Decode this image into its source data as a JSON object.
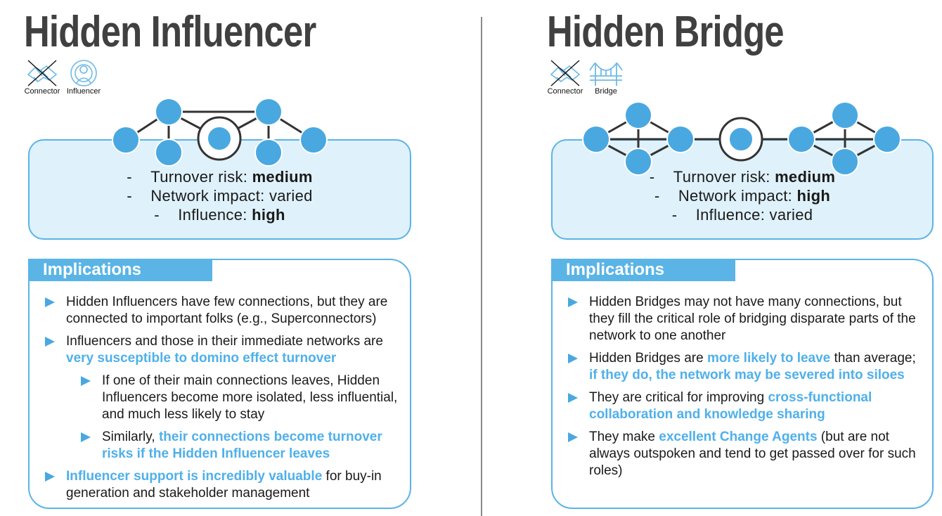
{
  "colors": {
    "accent": "#5ab4e6",
    "accent_text": "#4fb0ea",
    "box_fill": "#dff1fb",
    "title": "#404040",
    "node": "#4aa8e0"
  },
  "left": {
    "title": "Hidden Influencer",
    "icons": [
      {
        "name": "connector-icon",
        "label": "Connector"
      },
      {
        "name": "influencer-icon",
        "label": "Influencer"
      }
    ],
    "stats": [
      {
        "label": "Turnover risk: ",
        "value": "medium",
        "bold": true
      },
      {
        "label": "Network impact: ",
        "value": "varied",
        "bold": false
      },
      {
        "label": "Influence: ",
        "value": "high",
        "bold": true
      }
    ],
    "implications_title": "Implications",
    "bullets": [
      {
        "parts": [
          {
            "t": "Hidden Influencers have few connections, but they are connected to important folks (e.g., Superconnectors)",
            "h": false
          }
        ]
      },
      {
        "parts": [
          {
            "t": "Influencers and those in their immediate networks are ",
            "h": false
          },
          {
            "t": "very susceptible to domino effect turnover",
            "h": true
          }
        ]
      },
      {
        "parts": [
          {
            "t": "If one of their main connections leaves, Hidden Influencers become more isolated, less influential, and much less likely to stay",
            "h": false
          }
        ],
        "sub": true
      },
      {
        "parts": [
          {
            "t": "Similarly, ",
            "h": false
          },
          {
            "t": "their connections become turnover risks if the Hidden Influencer leaves",
            "h": true
          }
        ],
        "sub": true
      },
      {
        "parts": [
          {
            "t": "Influencer support is incredibly valuable",
            "h": true
          },
          {
            "t": " for buy-in generation and stakeholder management",
            "h": false
          }
        ]
      }
    ]
  },
  "right": {
    "title": "Hidden Bridge",
    "icons": [
      {
        "name": "connector-icon",
        "label": "Connector"
      },
      {
        "name": "bridge-icon",
        "label": "Bridge"
      }
    ],
    "stats": [
      {
        "label": "Turnover risk: ",
        "value": "medium",
        "bold": true
      },
      {
        "label": "Network impact: ",
        "value": "high",
        "bold": true
      },
      {
        "label": "Influence: ",
        "value": "varied",
        "bold": false
      }
    ],
    "implications_title": "Implications",
    "bullets": [
      {
        "parts": [
          {
            "t": "Hidden Bridges may not have many connections, but they fill the critical role of bridging disparate parts of the network to one another",
            "h": false
          }
        ]
      },
      {
        "parts": [
          {
            "t": "Hidden Bridges are ",
            "h": false
          },
          {
            "t": "more likely to leave",
            "h": true
          },
          {
            "t": " than average; ",
            "h": false
          },
          {
            "t": "if they do, the network may be severed into siloes",
            "h": true
          }
        ]
      },
      {
        "parts": [
          {
            "t": "They are critical for improving ",
            "h": false
          },
          {
            "t": "cross-functional collaboration and knowledge sharing",
            "h": true
          }
        ]
      },
      {
        "parts": [
          {
            "t": "They make ",
            "h": false
          },
          {
            "t": "excellent Change Agents",
            "h": true
          },
          {
            "t": " (but are not always outspoken and tend to get passed over for such roles)",
            "h": false
          }
        ]
      }
    ]
  }
}
